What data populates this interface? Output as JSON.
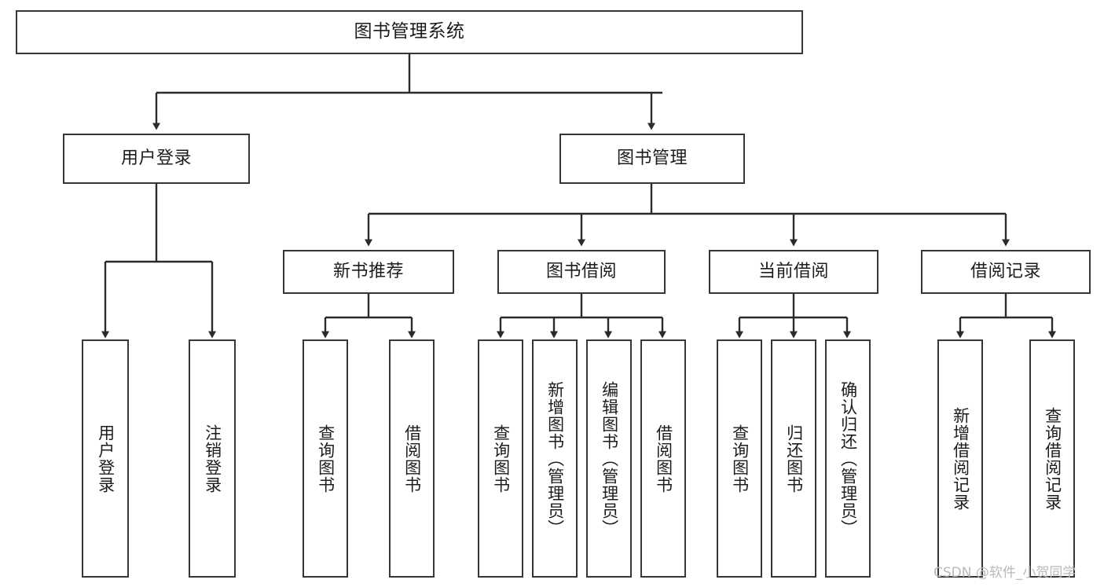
{
  "diagram": {
    "title": "图书管理系统",
    "type": "tree-hierarchy",
    "orientation": "top-down",
    "colors": {
      "node_border": "#363636",
      "node_fill": "#ffffff",
      "edge": "#2b2b2b",
      "text": "#1c1c1c",
      "watermark": "#b9b9b9",
      "background": "#ffffff"
    }
  },
  "watermark": {
    "text": "CSDN @软件_小贺同学"
  },
  "nodes": {
    "root": {
      "label": "图书管理系统"
    },
    "level1": [
      {
        "id": "user-login",
        "label": "用户登录"
      },
      {
        "id": "book-manage",
        "label": "图书管理"
      }
    ],
    "level2": [
      {
        "id": "new-book-recommend",
        "label": "新书推荐"
      },
      {
        "id": "book-borrow",
        "label": "图书借阅"
      },
      {
        "id": "current-borrow",
        "label": "当前借阅"
      },
      {
        "id": "borrow-record",
        "label": "借阅记录"
      }
    ],
    "leaves": {
      "user_login": [
        {
          "id": "leaf-user-login",
          "label": "用户登录"
        },
        {
          "id": "leaf-logout-login",
          "label": "注销登录"
        }
      ],
      "new_book_recommend": [
        {
          "id": "leaf-query-book-1",
          "label": "查询图书"
        },
        {
          "id": "leaf-borrow-book-1",
          "label": "借阅图书"
        }
      ],
      "book_borrow": [
        {
          "id": "leaf-query-book-2",
          "label": "查询图书"
        },
        {
          "id": "leaf-add-book",
          "label": "新增图书（管理员）"
        },
        {
          "id": "leaf-edit-book",
          "label": "编辑图书（管理员）"
        },
        {
          "id": "leaf-borrow-book-2",
          "label": "借阅图书"
        }
      ],
      "current_borrow": [
        {
          "id": "leaf-query-book-3",
          "label": "查询图书"
        },
        {
          "id": "leaf-return-book",
          "label": "归还图书"
        },
        {
          "id": "leaf-confirm-return",
          "label": "确认归还（管理员）"
        }
      ],
      "borrow_record": [
        {
          "id": "leaf-add-record",
          "label": "新增借阅记录"
        },
        {
          "id": "leaf-query-record",
          "label": "查询借阅记录"
        }
      ]
    }
  }
}
